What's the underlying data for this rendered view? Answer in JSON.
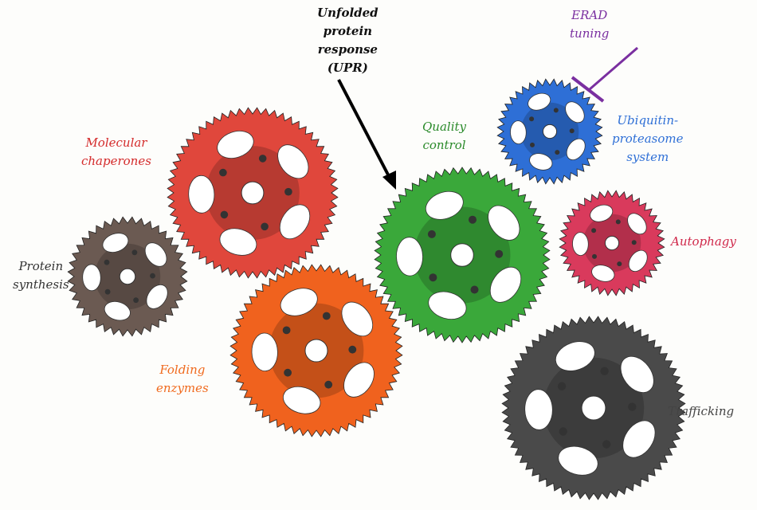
{
  "labels": {
    "upr": [
      "Unfolded",
      "protein",
      "response",
      "(UPR)"
    ],
    "erad": [
      "ERAD",
      "tuning"
    ],
    "ubiquitin": [
      "Ubiquitin-",
      "proteasome",
      "system"
    ],
    "quality": [
      "Quality",
      "control"
    ],
    "chaperones": [
      "Molecular",
      "chaperones"
    ],
    "synthesis": [
      "Protein",
      "synthesis"
    ],
    "autophagy": [
      "Autophagy"
    ],
    "folding": [
      "Folding",
      "enzymes"
    ],
    "trafficking": [
      "Trafficking"
    ]
  },
  "colors": {
    "chaperones": "#e0473c",
    "synthesis": "#6b5a52",
    "folding": "#f0621e",
    "quality": "#3aa83a",
    "ubiquitin": "#2e6fd6",
    "autophagy": "#d93a5c",
    "trafficking": "#4a4a4a",
    "erad": "#7a2fa0"
  }
}
